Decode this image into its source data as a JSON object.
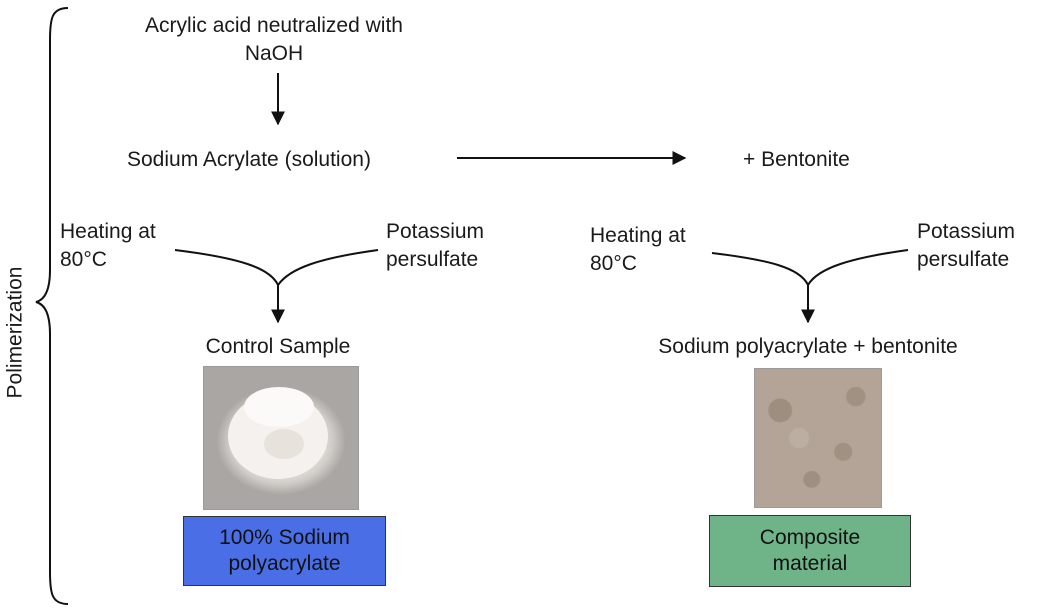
{
  "side_label": "Polimerization",
  "top": {
    "line1": "Acrylic acid neutralized with",
    "line2": "NaOH"
  },
  "sodium_acrylate": "Sodium Acrylate (solution)",
  "bentonite": "+ Bentonite",
  "left_branch": {
    "heating_line1": "Heating at",
    "heating_line2": "80°C",
    "potassium_line1": "Potassium",
    "potassium_line2": "persulfate",
    "result": "Control Sample",
    "box_line1": "100% Sodium",
    "box_line2": "polyacrylate",
    "box_color": "#4a6ee6"
  },
  "right_branch": {
    "heating_line1": "Heating at",
    "heating_line2": "80°C",
    "potassium_line1": "Potassium",
    "potassium_line2": "persulfate",
    "result": "Sodium polyacrylate + bentonite",
    "box_line1": "Composite",
    "box_line2": "material",
    "box_color": "#6fb389"
  }
}
